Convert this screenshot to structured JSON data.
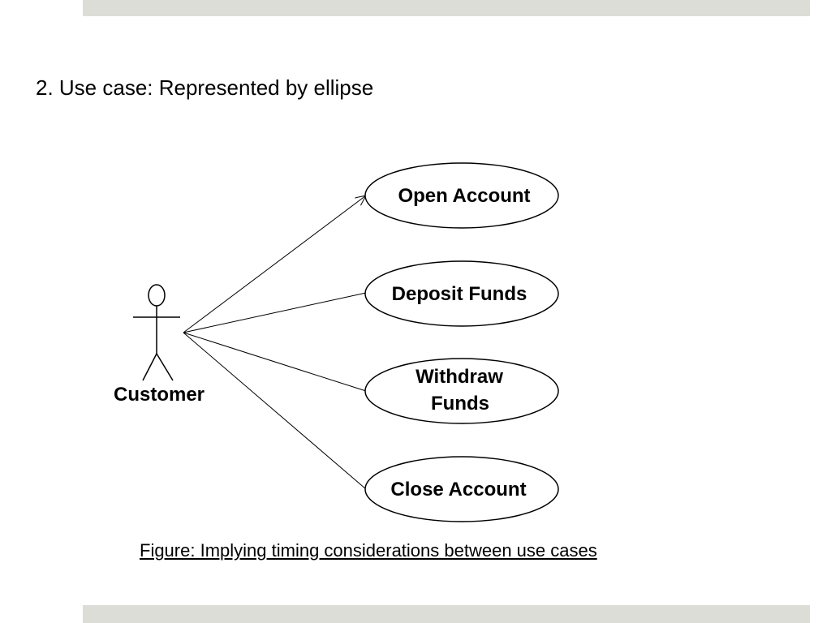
{
  "slide": {
    "heading": "2. Use case: Represented by ellipse",
    "caption": "Figure: Implying timing considerations between use cases",
    "band_color": "#dcddd7",
    "text_color": "#000000"
  },
  "diagram": {
    "actor": {
      "label": "Customer"
    },
    "use_cases": [
      {
        "label": "Open Account"
      },
      {
        "label": "Deposit Funds"
      },
      {
        "label_line1": "Withdraw",
        "label_line2": "Funds"
      },
      {
        "label": "Close Account"
      }
    ]
  }
}
